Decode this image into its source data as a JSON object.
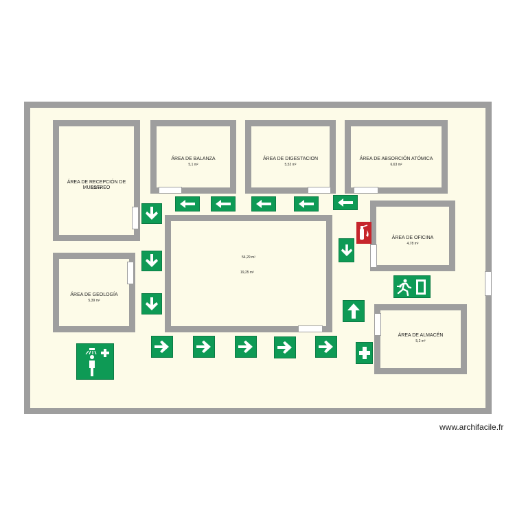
{
  "rooms": {
    "recepcion": {
      "name": "ÁREA DE RECEPCIÓN DE MUESTREO",
      "area": "9,59 m²"
    },
    "balanza": {
      "name": "ÁREA DE BALANZA",
      "area": "5,1 m²"
    },
    "digestacion": {
      "name": "ÁREA DE DIGESTACION",
      "area": "5,52 m²"
    },
    "absorcion": {
      "name": "ÁREA DE ABSORCIÓN ATÓMICA",
      "area": "6,63 m²"
    },
    "oficina": {
      "name": "ÁREA DE OFICINA",
      "area": "4,78 m²"
    },
    "geologia": {
      "name": "ÁREA DE GEOLOGÍA",
      "area": "5,39 m²"
    },
    "almacen": {
      "name": "ÁREA DE ALMACÉN",
      "area": "5,2 m²"
    },
    "central": {
      "area": "54,29 m²"
    }
  },
  "corridor_area": "19,25 m²",
  "watermark": "www.archifacile.fr",
  "signs": {
    "arrow_icon": "arrow-icon",
    "exit_icon": "emergency-exit-icon",
    "first_aid_icon": "first-aid-cross-icon",
    "shower_icon": "safety-shower-icon",
    "extinguisher_icon": "fire-extinguisher-icon",
    "sign_color": "#0e9a55",
    "fire_color": "#c6252b",
    "wall_color": "#9e9e9e",
    "floor_color": "#fdfbe8"
  }
}
